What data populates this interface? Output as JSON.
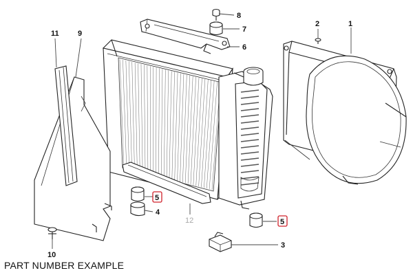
{
  "caption": "PART NUMBER EXAMPLE",
  "colors": {
    "highlight": "#d0202a",
    "ink": "#222222",
    "faint_label": "#a8a8a8"
  },
  "callouts": [
    {
      "id": "c1",
      "label": "1"
    },
    {
      "id": "c2",
      "label": "2"
    },
    {
      "id": "c3",
      "label": "3"
    },
    {
      "id": "c4",
      "label": "4"
    },
    {
      "id": "c5a",
      "label": "5",
      "highlighted": true
    },
    {
      "id": "c5b",
      "label": "5",
      "highlighted": true
    },
    {
      "id": "c6",
      "label": "6"
    },
    {
      "id": "c7",
      "label": "7"
    },
    {
      "id": "c8",
      "label": "8"
    },
    {
      "id": "c9",
      "label": "9"
    },
    {
      "id": "c10",
      "label": "10"
    },
    {
      "id": "c11",
      "label": "11"
    },
    {
      "id": "c12",
      "label": "12",
      "faint": true
    }
  ]
}
